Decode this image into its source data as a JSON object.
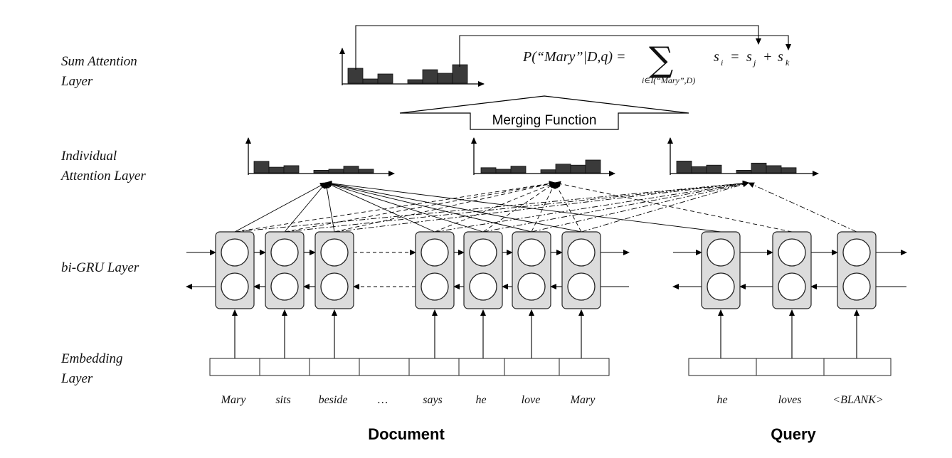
{
  "layers": {
    "sum_attention": [
      "Sum Attention",
      "Layer"
    ],
    "individual_attention": [
      "Individual",
      "Attention Layer"
    ],
    "bigru": [
      "bi-GRU Layer"
    ],
    "embedding": [
      "Embedding",
      "Layer"
    ]
  },
  "merging_function_label": "Merging Function",
  "formula": {
    "main": "P(“Mary”|D,q) =",
    "sum_symbol": "∑",
    "subscript": "i∈I(“Mary”,D)",
    "rhs_si": "s",
    "rhs_i": "i",
    "rhs_eq": "=",
    "rhs_sj": "s",
    "rhs_j": "j",
    "rhs_plus": "+",
    "rhs_sk": "s",
    "rhs_k": "k"
  },
  "document_tokens": [
    "Mary",
    "sits",
    "beside",
    "…",
    "says",
    "he",
    "love",
    "Mary"
  ],
  "query_tokens": [
    "he",
    "loves",
    "<BLANK>"
  ],
  "section_titles": {
    "document": "Document",
    "query": "Query"
  },
  "attention_distributions": {
    "sum": [
      0.42,
      0.12,
      0.26,
      0.0,
      0.1,
      0.38,
      0.28,
      0.52
    ],
    "individual_1": [
      0.45,
      0.22,
      0.28,
      0.0,
      0.1,
      0.14,
      0.26,
      0.14
    ],
    "individual_2": [
      0.2,
      0.14,
      0.26,
      0.0,
      0.12,
      0.34,
      0.3,
      0.5
    ],
    "individual_3": [
      0.46,
      0.24,
      0.3,
      0.0,
      0.1,
      0.38,
      0.28,
      0.2
    ]
  },
  "colors": {
    "gru_cell": "#dcdcdc",
    "bar": "#3a3a3a",
    "line": "#000000"
  }
}
